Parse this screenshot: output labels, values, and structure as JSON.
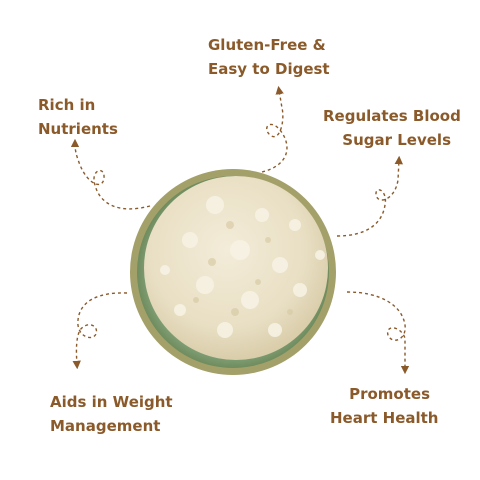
{
  "colors": {
    "text": "#8a5a2b",
    "arrow": "#8a5a2b",
    "bowl_rim": "#9a9a62",
    "bowl_inner": "#8fb08a",
    "flour": "#efe6cf"
  },
  "labels": {
    "rich": [
      "Rich in",
      "Nutrients"
    ],
    "gluten": [
      "Gluten-Free &",
      "Easy to Digest"
    ],
    "sugar": [
      "Regulates Blood",
      "Sugar Levels"
    ],
    "weight": [
      "Aids in Weight",
      "Management"
    ],
    "heart": [
      "Promotes",
      "Heart Health"
    ]
  },
  "image": {
    "subject": "flour-bowl"
  },
  "icons": {
    "arrows": "dashed-loop-arrow-icon"
  }
}
